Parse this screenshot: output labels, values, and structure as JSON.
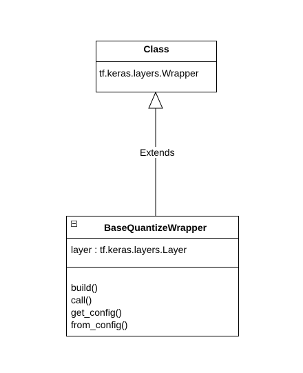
{
  "parent_class": {
    "name": "Class",
    "attribute": "tf.keras.layers.Wrapper"
  },
  "relationship": {
    "label": "Extends",
    "type": "inheritance"
  },
  "child_class": {
    "name": "BaseQuantizeWrapper",
    "attribute": "layer : tf.keras.layers.Layer",
    "methods": [
      "build()",
      "call()",
      "get_config()",
      "from_config()"
    ]
  },
  "icons": {
    "collapse": "collapse-icon",
    "inheritance_arrow": "hollow-triangle-arrow-icon"
  }
}
